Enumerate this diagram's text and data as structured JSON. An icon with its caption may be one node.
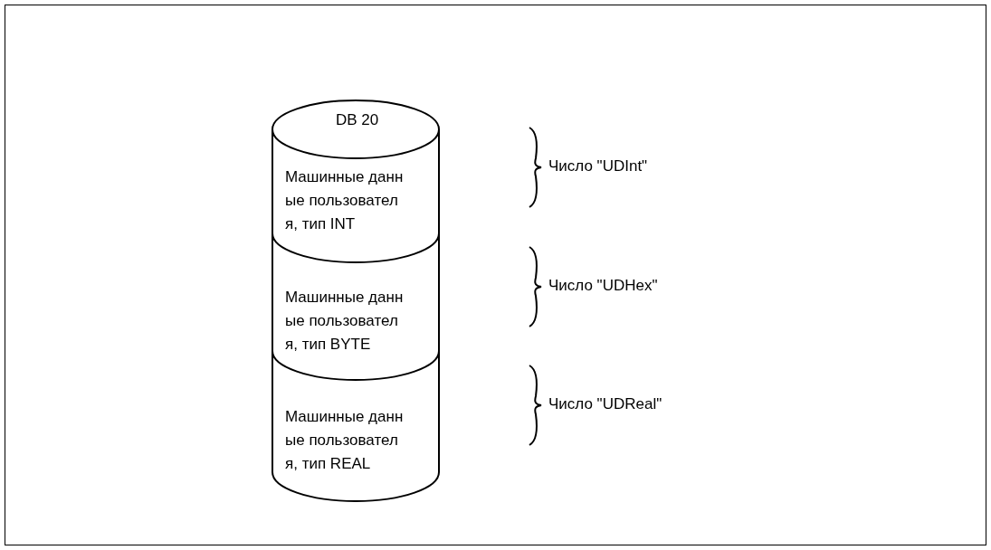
{
  "diagram": {
    "nodes": [
      {
        "text": [
          "DB 20"
        ]
      },
      {
        "text": [
          "Машинные данн ые пользовател я, тип INT"
        ]
      },
      {
        "text": [
          "Машинные данн ые пользовател я, тип BYTE"
        ]
      },
      {
        "text": [
          "Машинные данн ые пользовател я, тип REAL"
        ]
      }
    ],
    "edges": [],
    "labels": [
      "Число \"UDInt\"",
      "Число \"UDHex\"",
      "Число \"UDReal\""
    ]
  }
}
